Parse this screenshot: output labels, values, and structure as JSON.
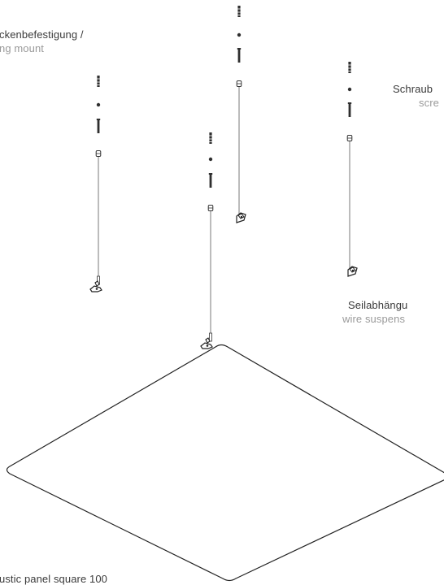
{
  "labels": {
    "ceiling_mount": {
      "de": "ckenbefestigung /",
      "en": "ng mount"
    },
    "screws": {
      "de": "Schraub",
      "en": "scre"
    },
    "wire_suspension": {
      "de": "Seilabhängu",
      "en": "wire suspens"
    },
    "panel": {
      "en": "ustic panel square 100"
    }
  },
  "colors": {
    "line": "#333333",
    "wire": "#7a7a7a",
    "text_primary": "#3a3a3a",
    "text_secondary": "#9a9a9a"
  }
}
